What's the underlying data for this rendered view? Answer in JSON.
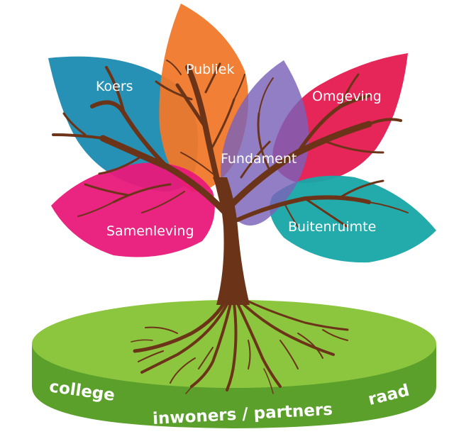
{
  "leaves": [
    {
      "id": "koers",
      "label": "Koers",
      "color": "#1a8bb0"
    },
    {
      "id": "publiek",
      "label": "Publiek",
      "color": "#f0782a"
    },
    {
      "id": "omgeving",
      "label": "Omgeving",
      "color": "#e5194f"
    },
    {
      "id": "fundament",
      "label": "Fundament",
      "color": "#7a62b8"
    },
    {
      "id": "samenleving",
      "label": "Samenleving",
      "color": "#e8197a"
    },
    {
      "id": "buitenruimte",
      "label": "Buitenruimte",
      "color": "#17a6a8"
    }
  ],
  "base": {
    "top_color": "#8cc63f",
    "side_color": "#5ca02c",
    "labels": {
      "left": "college",
      "center": "inwoners / partners",
      "right": "raad"
    }
  },
  "trunk_color": "#6b3418"
}
